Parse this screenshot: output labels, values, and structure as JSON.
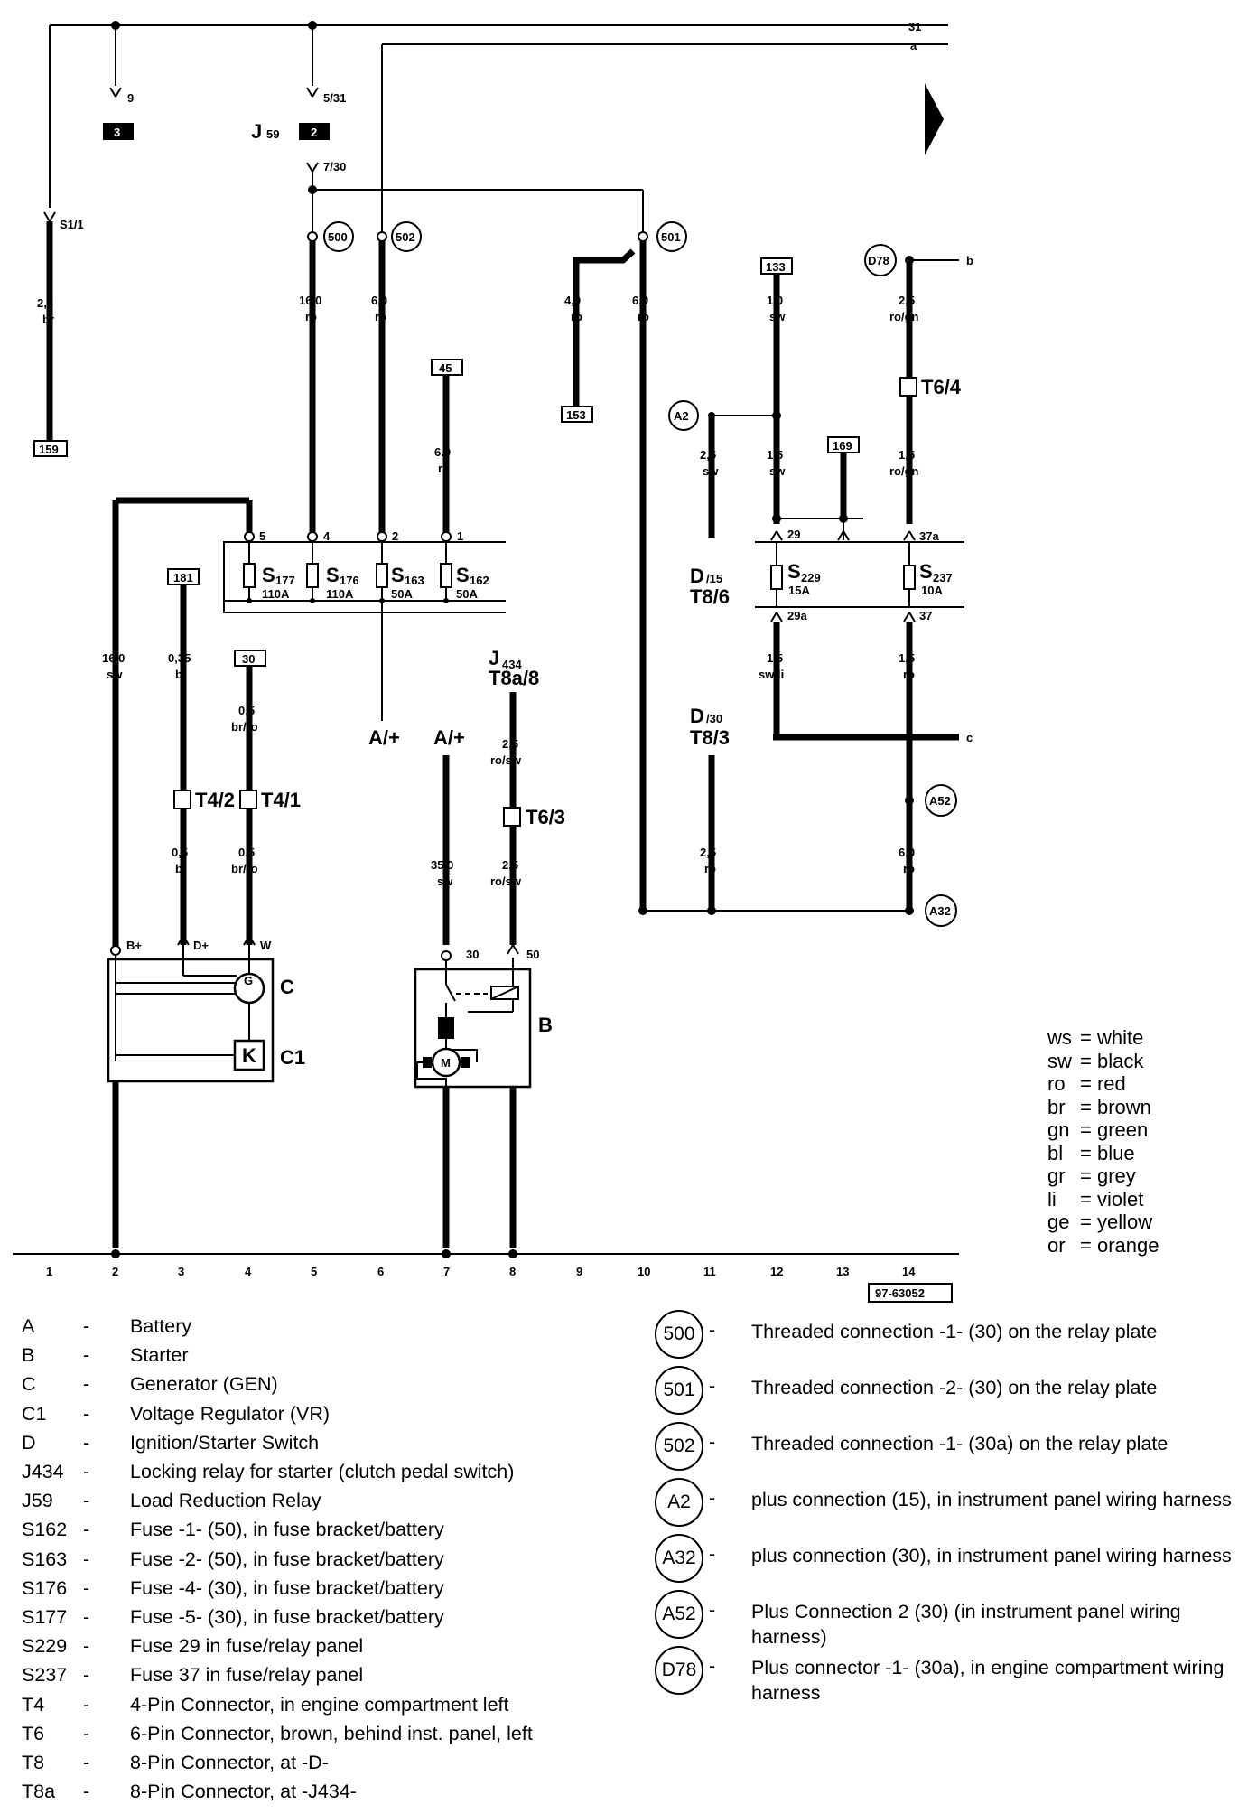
{
  "header": {
    "bus_31": "31",
    "bus_a": "a",
    "ref_b": "b",
    "ref_c": "c"
  },
  "pins": {
    "p9": "9",
    "p531": "5/31",
    "p730": "7/30",
    "s11": "S1/1",
    "box3": "3",
    "box2": "2",
    "j59_main": "J",
    "j59_sub": "59"
  },
  "ref_boxes": [
    "159",
    "45",
    "153",
    "133",
    "169",
    "181",
    "30"
  ],
  "circles": {
    "c500": "500",
    "c502": "502",
    "c501": "501",
    "d78": "D78",
    "a2": "A2",
    "a52": "A52",
    "a32": "A32"
  },
  "wires": [
    {
      "size": "2,5",
      "color": "br"
    },
    {
      "size": "16,0",
      "color": "ro"
    },
    {
      "size": "6,0",
      "color": "ro"
    },
    {
      "size": "4,0",
      "color": "ro"
    },
    {
      "size": "6,0",
      "color": "ro"
    },
    {
      "size": "1,0",
      "color": "sw"
    },
    {
      "size": "2,5",
      "color": "ro/gn"
    },
    {
      "size": "6.0",
      "color": "ro"
    },
    {
      "size": "2,5",
      "color": "sw"
    },
    {
      "size": "1,5",
      "color": "sw"
    },
    {
      "size": "1,5",
      "color": "ro/gn"
    },
    {
      "size": "16,0",
      "color": "sw"
    },
    {
      "size": "0,35",
      "color": "bl"
    },
    {
      "size": "0,5",
      "color": "br/ro"
    },
    {
      "size": "2,5",
      "color": "ro/sw"
    },
    {
      "size": "1,5",
      "color": "sw/li"
    },
    {
      "size": "1,5",
      "color": "ro"
    },
    {
      "size": "0,5",
      "color": "bl"
    },
    {
      "size": "0,5",
      "color": "br/ro"
    },
    {
      "size": "35,0",
      "color": "sw"
    },
    {
      "size": "2,5",
      "color": "ro/sw"
    },
    {
      "size": "2,5",
      "color": "ro"
    },
    {
      "size": "6,0",
      "color": "ro"
    }
  ],
  "fuse_block": {
    "pins": [
      "5",
      "4",
      "2",
      "1"
    ],
    "fuses": [
      {
        "main": "S",
        "sub": "177",
        "rating": "110A"
      },
      {
        "main": "S",
        "sub": "176",
        "rating": "110A"
      },
      {
        "main": "S",
        "sub": "163",
        "rating": "50A"
      },
      {
        "main": "S",
        "sub": "162",
        "rating": "50A"
      }
    ]
  },
  "relay_block": {
    "pins": [
      "29",
      "37a",
      "29a",
      "37"
    ],
    "fuses": [
      {
        "main": "S",
        "sub": "229",
        "rating": "15A"
      },
      {
        "main": "S",
        "sub": "237",
        "rating": "10A"
      }
    ]
  },
  "connectors": {
    "t64": "T6/4",
    "t63": "T6/3",
    "t42": "T4/2",
    "t41": "T4/1",
    "d15_main": "D",
    "d15_sub": "/15",
    "t86": "T8/6",
    "d30_main": "D",
    "d30_sub": "/30",
    "t83": "T8/3",
    "j434_main": "J",
    "j434_sub": "434",
    "t8a8": "T8a/8",
    "a_plus_1": "A/+",
    "a_plus_2": "A/+"
  },
  "components": {
    "gen_pins": [
      "B+",
      "D+",
      "W"
    ],
    "gen_label": "C",
    "vr_label": "C1",
    "gen_symbol": "G",
    "vr_symbol": "K",
    "starter_pins": [
      "30",
      "50"
    ],
    "starter_label": "B",
    "motor_symbol": "M"
  },
  "ground": {
    "numbers": [
      "1",
      "2",
      "3",
      "4",
      "5",
      "6",
      "7",
      "8",
      "9",
      "10",
      "11",
      "12",
      "13",
      "14"
    ],
    "doc_id": "97-63052"
  },
  "color_key": [
    {
      "code": "ws",
      "name": "white"
    },
    {
      "code": "sw",
      "name": "black"
    },
    {
      "code": "ro",
      "name": "red"
    },
    {
      "code": "br",
      "name": "brown"
    },
    {
      "code": "gn",
      "name": "green"
    },
    {
      "code": "bl",
      "name": "blue"
    },
    {
      "code": "gr",
      "name": "grey"
    },
    {
      "code": "li",
      "name": "violet"
    },
    {
      "code": "ge",
      "name": "yellow"
    },
    {
      "code": "or",
      "name": "orange"
    }
  ],
  "legend_left": [
    {
      "code": "A",
      "desc": "Battery"
    },
    {
      "code": "B",
      "desc": "Starter"
    },
    {
      "code": "C",
      "desc": "Generator (GEN)"
    },
    {
      "code": "C1",
      "desc": "Voltage Regulator (VR)"
    },
    {
      "code": "D",
      "desc": "Ignition/Starter Switch"
    },
    {
      "code": "J434",
      "desc": "Locking relay for starter (clutch pedal switch)"
    },
    {
      "code": "J59",
      "desc": "Load Reduction Relay"
    },
    {
      "code": "S162",
      "desc": "Fuse -1- (50), in fuse bracket/battery"
    },
    {
      "code": "S163",
      "desc": "Fuse -2- (50), in fuse bracket/battery"
    },
    {
      "code": "S176",
      "desc": "Fuse -4- (30), in fuse bracket/battery"
    },
    {
      "code": "S177",
      "desc": "Fuse -5- (30), in fuse bracket/battery"
    },
    {
      "code": "S229",
      "desc": "Fuse 29 in fuse/relay panel"
    },
    {
      "code": "S237",
      "desc": "Fuse 37 in fuse/relay panel"
    },
    {
      "code": "T4",
      "desc": "4-Pin Connector, in engine compartment left"
    },
    {
      "code": "T6",
      "desc": "6-Pin Connector, brown, behind inst. panel, left"
    },
    {
      "code": "T8",
      "desc": "8-Pin Connector, at -D-"
    },
    {
      "code": "T8a",
      "desc": "8-Pin Connector, at -J434-"
    }
  ],
  "legend_right": [
    {
      "code": "500",
      "desc": "Threaded connection -1- (30) on the relay plate"
    },
    {
      "code": "501",
      "desc": "Threaded connection -2- (30) on the relay plate"
    },
    {
      "code": "502",
      "desc": "Threaded connection -1- (30a) on the relay plate"
    },
    {
      "code": "A2",
      "desc": "plus connection (15), in instrument panel  wiring harness"
    },
    {
      "code": "A32",
      "desc": "plus connection (30), in instrument panel wiring harness"
    },
    {
      "code": "A52",
      "desc": "Plus Connection 2 (30) (in instrument panel wiring harness)"
    },
    {
      "code": "D78",
      "desc": "Plus connector -1- (30a), in engine compartment wiring harness"
    }
  ]
}
